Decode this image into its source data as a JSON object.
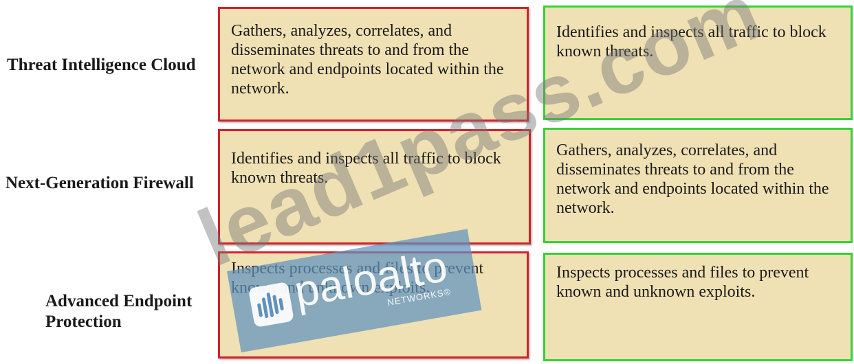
{
  "rows": [
    {
      "label": "Threat Intelligence Cloud",
      "left_text": "Gathers, analyzes, correlates, and disseminates threats to and from the network and endpoints located within the network.",
      "right_text": "Identifies and inspects all traffic to block known threats."
    },
    {
      "label": "Next-Generation Firewall",
      "left_text": "Identifies and inspects all traffic to block known threats.",
      "right_text": "Gathers, analyzes, correlates, and disseminates threats to and from the network and endpoints located within the network."
    },
    {
      "label_line1": "Advanced Endpoint",
      "label_line2": "Protection",
      "left_text": "Inspects processes and files to prevent known and unknown exploits.",
      "right_text": "Inspects processes and files to prevent known and unknown exploits."
    }
  ],
  "watermark": {
    "site": "lead1pass.com",
    "logo_word": "paloalto",
    "logo_sub": "NETWORKS®"
  },
  "colors": {
    "box_fill": "#efe1b3",
    "left_border": "#d4202a",
    "right_border": "#33d433"
  }
}
